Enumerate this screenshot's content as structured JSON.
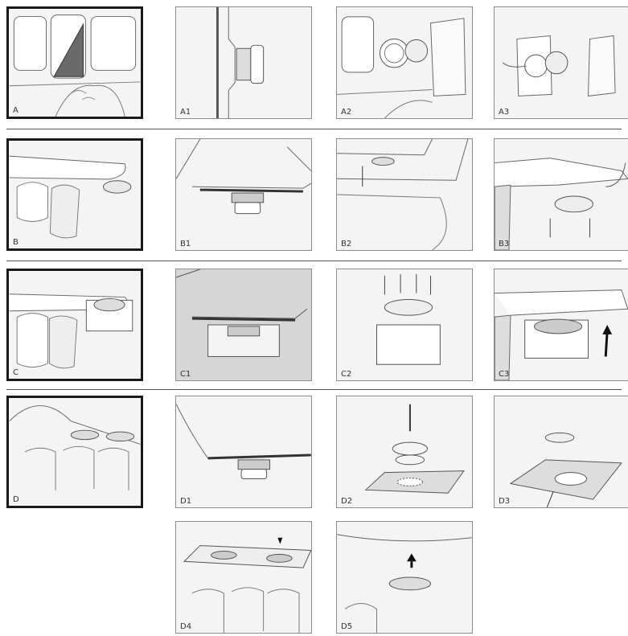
{
  "colors": {
    "line": "#6e6e6e",
    "panel_bg": "#f4f4f4",
    "dark_bg": "#d6d6d6",
    "frame": "#1a1a1a"
  },
  "rows": [
    {
      "panels": [
        {
          "label": "A"
        },
        {
          "label": "A1"
        },
        {
          "label": "A2"
        },
        {
          "label": "A3"
        }
      ]
    },
    {
      "panels": [
        {
          "label": "B"
        },
        {
          "label": "B1"
        },
        {
          "label": "B2"
        },
        {
          "label": "B3"
        }
      ]
    },
    {
      "panels": [
        {
          "label": "C"
        },
        {
          "label": "C1"
        },
        {
          "label": "C2"
        },
        {
          "label": "C3"
        }
      ]
    },
    {
      "panels": [
        {
          "label": "D"
        },
        {
          "label": "D1"
        },
        {
          "label": "D2"
        },
        {
          "label": "D3"
        }
      ]
    },
    {
      "panels": [
        {
          "label": "D4"
        },
        {
          "label": "D5"
        }
      ]
    }
  ]
}
